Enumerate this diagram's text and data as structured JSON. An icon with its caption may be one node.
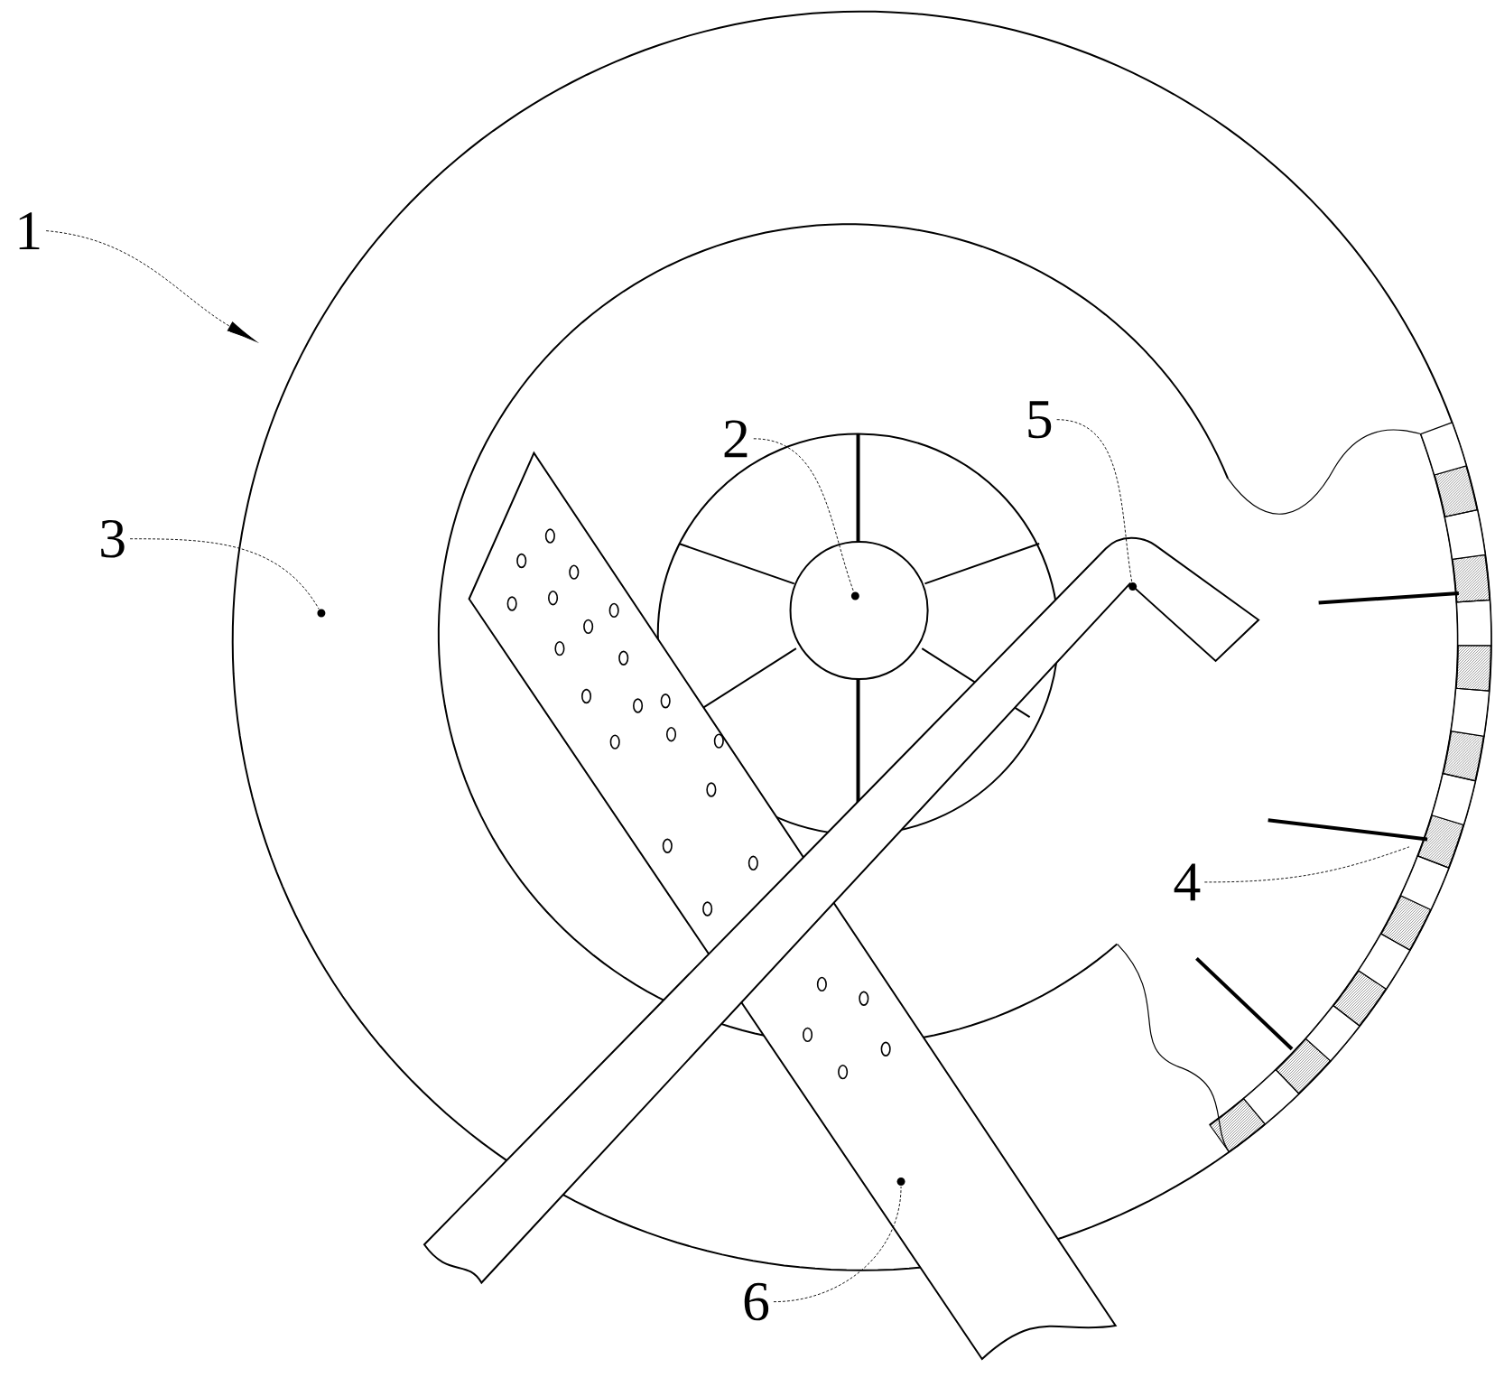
{
  "diagram": {
    "nodes": [
      {
        "text": [
          "1"
        ]
      },
      {
        "text": [
          "2"
        ]
      },
      {
        "text": [
          "5"
        ]
      },
      {
        "text": [
          "3"
        ]
      },
      {
        "text": [
          "4"
        ]
      },
      {
        "text": [
          "6"
        ]
      },
      {
        "text": [],
        "shape": "circle"
      },
      {
        "text": [],
        "shape": "circle"
      },
      {
        "text": [],
        "shape": "circle"
      },
      {
        "text": [],
        "shape": "circle"
      }
    ],
    "edges": [
      {
        "from": 0,
        "to": null,
        "arrow": "to"
      },
      {
        "from": 1,
        "to": 7,
        "arrow": "none"
      },
      {
        "from": 2,
        "to": 9,
        "arrow": "none"
      },
      {
        "from": 3,
        "to": 6,
        "arrow": "none"
      },
      {
        "from": 4,
        "to": null,
        "arrow": "none"
      },
      {
        "from": 5,
        "to": 8,
        "arrow": "none"
      }
    ]
  }
}
